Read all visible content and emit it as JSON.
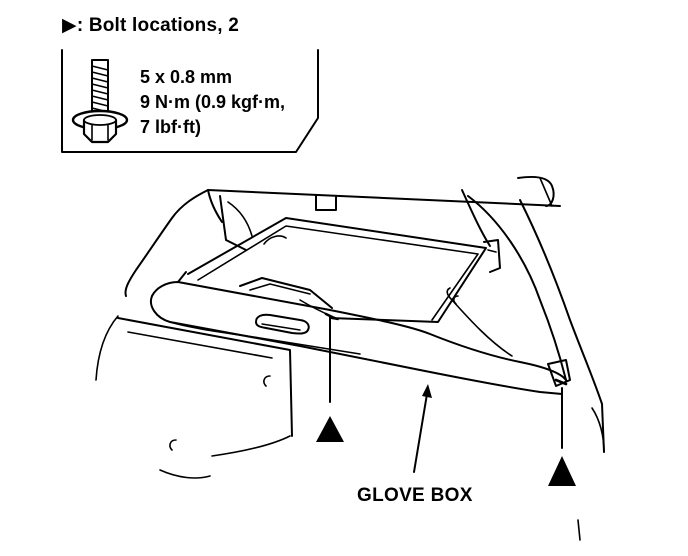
{
  "legend": {
    "marker_symbol": "▶",
    "title": ": Bolt locations, 2"
  },
  "bolt_spec": {
    "size": "5 x 0.8 mm",
    "torque_nm": "9 N·m (0.9 kgf·m,",
    "torque_lbf": "7 lbf·ft)"
  },
  "callouts": {
    "glove_box": "GLOVE BOX"
  },
  "icons": [
    "bolt-icon",
    "bolt-location-marker-icon"
  ]
}
